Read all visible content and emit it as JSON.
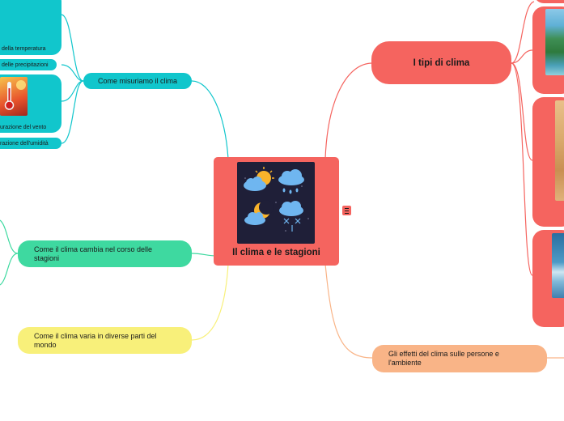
{
  "center": {
    "title": "Il clima e le stagioni",
    "image_icon": "weather-icons-image"
  },
  "branches": {
    "types": {
      "label": "I tipi di clima"
    },
    "measure": {
      "label": "Come misuriamo il clima"
    },
    "seasons": {
      "label": "Come il clima cambia nel corso delle stagioni"
    },
    "regions": {
      "label": "Come il clima varia in diverse parti del mondo"
    },
    "effects": {
      "label": "Gli effetti del clima sulle persone e l'ambiente"
    }
  },
  "measure_children": [
    {
      "label": "della temperatura"
    },
    {
      "label": "delle precipitazioni"
    },
    {
      "label": "urazione del vento"
    },
    {
      "label": "razione dell'umidità"
    }
  ],
  "icons": {
    "menu": "menu-icon",
    "thermometer": "thermometer-icon"
  },
  "colors": {
    "red": "#f5645f",
    "teal": "#11c6cc",
    "green": "#3ed9a0",
    "yellow": "#f8f07a",
    "peach": "#f9b487"
  }
}
